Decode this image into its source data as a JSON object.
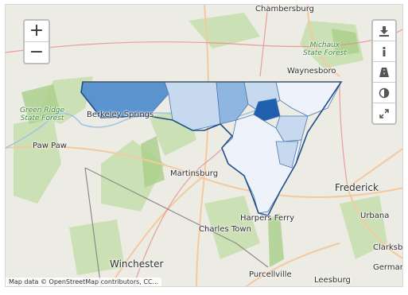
{
  "controls": {
    "zoom_in": "+",
    "zoom_out": "−",
    "tools": [
      "download-icon",
      "info-icon",
      "road-icon",
      "contrast-icon",
      "fullscreen-icon"
    ]
  },
  "places": {
    "chambersburg": "Chambersburg",
    "waynesboro": "Waynesboro",
    "berkeley_springs": "Berkeley Springs",
    "paw_paw": "Paw Paw",
    "martinsburg": "Martinsburg",
    "frederick": "Frederick",
    "harpers_ferry": "Harpers Ferry",
    "charles_town": "Charles Town",
    "urbana": "Urbana",
    "clarksburg": "Clarksbu",
    "winchester": "Winchester",
    "purcellville": "Purcellville",
    "leesburg": "Leesburg",
    "germantown": "Germanto"
  },
  "forests": {
    "michaux": "Michaux\nState Forest",
    "green_ridge": "Green Ridge\nState Forest"
  },
  "attribution": "Map data © OpenStreetMap contributors, CC...",
  "colors": {
    "region_outline": "#1f4e8c",
    "choropleth_scale": [
      "#eef3fb",
      "#c6d9ee",
      "#8fb6e0",
      "#5b93cf",
      "#1f5fae"
    ]
  }
}
